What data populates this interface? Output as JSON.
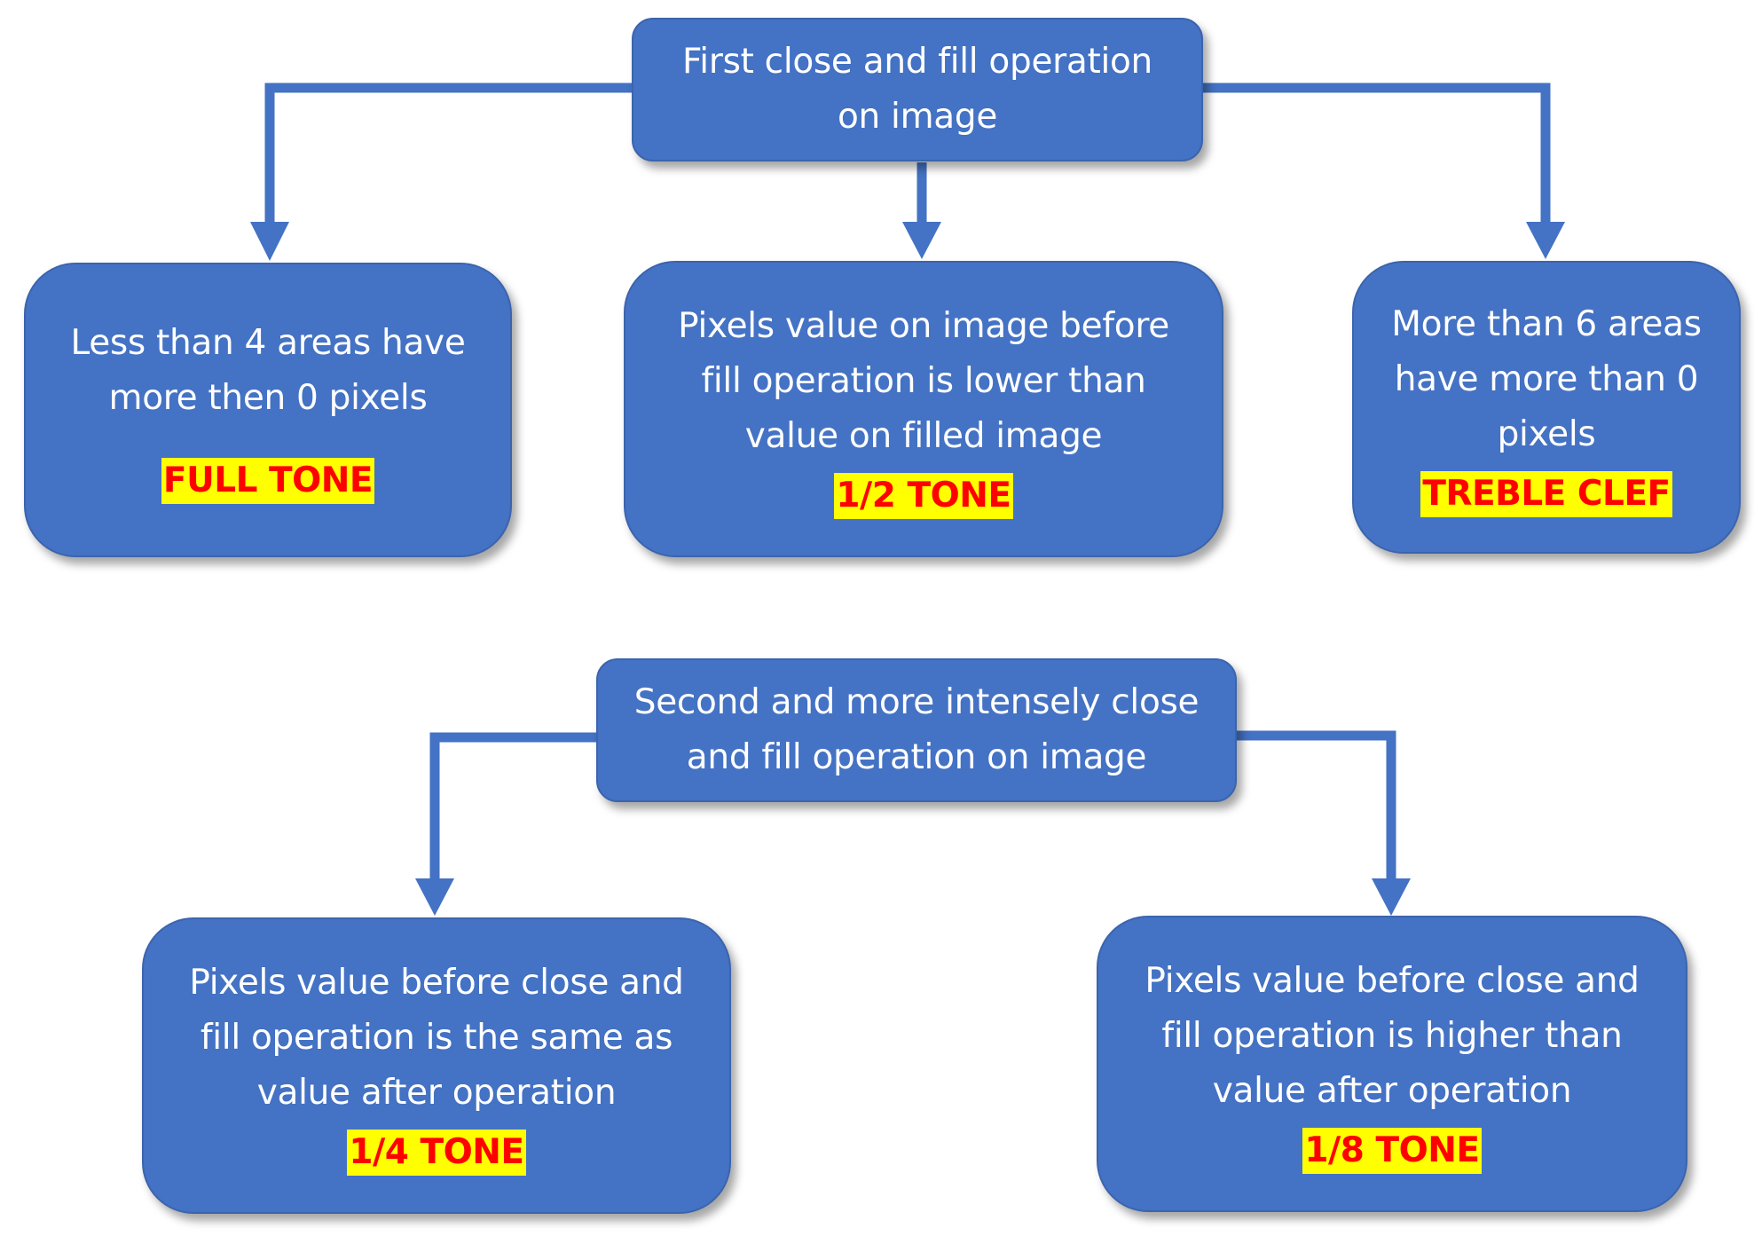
{
  "colors": {
    "box_fill": "#4472c4",
    "connector": "#4472c4",
    "label_text": "#ffffff",
    "tone_highlight": "#ffff00",
    "tone_text": "#ff0000"
  },
  "top_operation": {
    "lines": [
      "First close and fill operation",
      "on image"
    ]
  },
  "results_first": [
    {
      "lines": [
        "Less than 4 areas have",
        "more then 0 pixels"
      ],
      "tone": "FULL TONE"
    },
    {
      "lines": [
        "Pixels value on image before",
        "fill operation is lower than",
        "value on filled image"
      ],
      "tone": "1/2 TONE"
    },
    {
      "lines": [
        "More than 6 areas",
        "have more than 0",
        "pixels"
      ],
      "tone": "TREBLE CLEF"
    }
  ],
  "second_operation": {
    "lines": [
      "Second and more intensely close",
      "and fill operation on image"
    ]
  },
  "results_second": [
    {
      "lines": [
        "Pixels value before close and",
        "fill operation is the same as",
        "value after operation"
      ],
      "tone": "1/4 TONE"
    },
    {
      "lines": [
        "Pixels value before close and",
        "fill operation is higher than",
        "value after operation"
      ],
      "tone": "1/8 TONE"
    }
  ]
}
